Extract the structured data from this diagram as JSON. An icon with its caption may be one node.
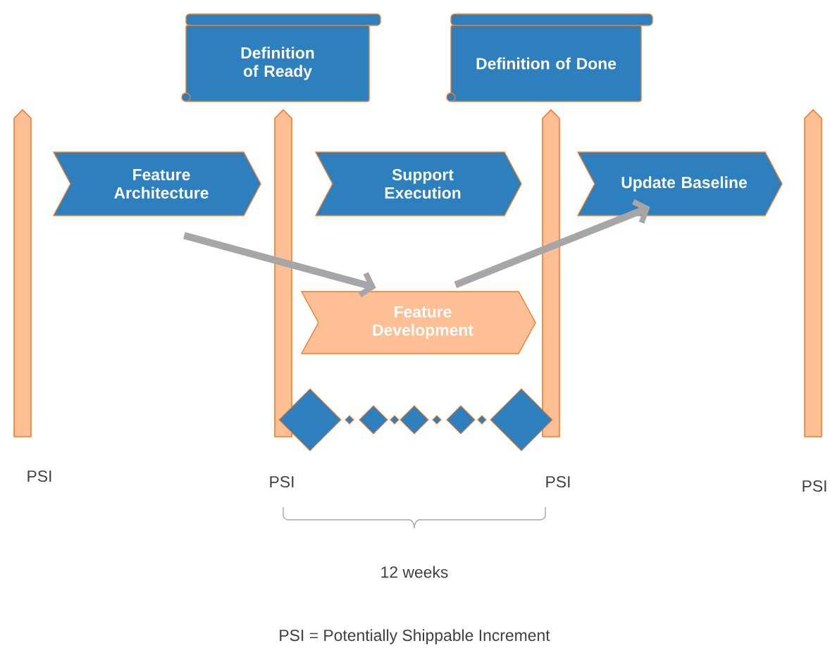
{
  "diagram": {
    "caption": "PSI = Potentially Shippable Increment",
    "nodes": [
      {
        "text": [
          "Definition of Ready"
        ]
      },
      {
        "text": [
          "Definition of Done"
        ]
      },
      {
        "text": [
          "Feature Architecture"
        ]
      },
      {
        "text": [
          "Support Execution"
        ]
      },
      {
        "text": [
          "Update Baseline"
        ]
      },
      {
        "text": [
          "Feature Development"
        ]
      }
    ],
    "edges": [
      {
        "from": 2,
        "to": 5,
        "arrow": "to"
      },
      {
        "from": 5,
        "to": 4,
        "arrow": "to"
      }
    ],
    "labels": [
      "PSI",
      "PSI",
      "PSI",
      "PSI",
      "12 weeks"
    ]
  }
}
